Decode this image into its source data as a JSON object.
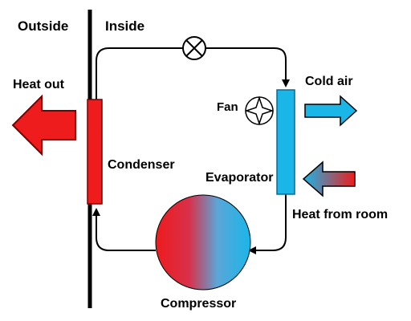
{
  "labels": {
    "outside": "Outside",
    "inside": "Inside",
    "heat_out": "Heat out",
    "cold_air": "Cold air",
    "fan": "Fan",
    "condenser": "Condenser",
    "evaporator": "Evaporator",
    "heat_from_room": "Heat from room",
    "compressor": "Compressor"
  },
  "colors": {
    "hot": "#ee1c1c",
    "cold": "#1ab6e8",
    "line": "#000000"
  }
}
